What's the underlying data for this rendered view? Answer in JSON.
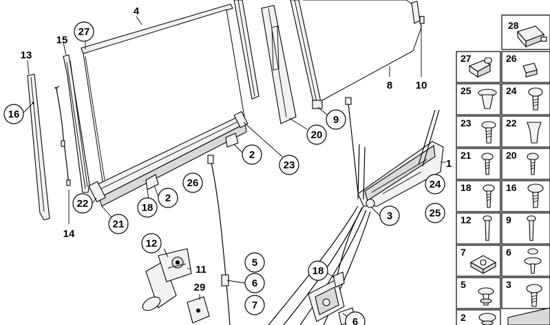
{
  "callouts": [
    {
      "id": "c4",
      "label": "4",
      "circled": false
    },
    {
      "id": "c27a",
      "label": "27",
      "circled": true
    },
    {
      "id": "c15",
      "label": "15",
      "circled": false
    },
    {
      "id": "c13",
      "label": "13",
      "circled": false
    },
    {
      "id": "c16a",
      "label": "16",
      "circled": true
    },
    {
      "id": "c14",
      "label": "14",
      "circled": false
    },
    {
      "id": "c22a",
      "label": "22",
      "circled": true
    },
    {
      "id": "c21a",
      "label": "21",
      "circled": true
    },
    {
      "id": "c18a",
      "label": "18",
      "circled": true
    },
    {
      "id": "c2a",
      "label": "2",
      "circled": true
    },
    {
      "id": "c2b",
      "label": "2",
      "circled": true
    },
    {
      "id": "c26a",
      "label": "26",
      "circled": true
    },
    {
      "id": "c23a",
      "label": "23",
      "circled": true
    },
    {
      "id": "c20a",
      "label": "20",
      "circled": true
    },
    {
      "id": "c9a",
      "label": "9",
      "circled": true
    },
    {
      "id": "c8",
      "label": "8",
      "circled": false
    },
    {
      "id": "c10",
      "label": "10",
      "circled": false
    },
    {
      "id": "c1",
      "label": "1",
      "circled": false
    },
    {
      "id": "c24a",
      "label": "24",
      "circled": true
    },
    {
      "id": "c25a",
      "label": "25",
      "circled": true
    },
    {
      "id": "c3a",
      "label": "3",
      "circled": true
    },
    {
      "id": "c12a",
      "label": "12",
      "circled": true
    },
    {
      "id": "c11",
      "label": "11",
      "circled": false
    },
    {
      "id": "c29",
      "label": "29",
      "circled": false
    },
    {
      "id": "c5a",
      "label": "5",
      "circled": true
    },
    {
      "id": "c6a",
      "label": "6",
      "circled": true
    },
    {
      "id": "c7a",
      "label": "7",
      "circled": true
    },
    {
      "id": "c18b",
      "label": "18",
      "circled": true
    },
    {
      "id": "c6b",
      "label": "6",
      "circled": true
    }
  ],
  "sidebar": [
    {
      "label": "28",
      "icon": "connector-block-icon"
    },
    {
      "label": "27",
      "icon": "clip-housing-icon"
    },
    {
      "label": "26",
      "icon": "square-clip-icon"
    },
    {
      "label": "25",
      "icon": "expanding-rivet-icon"
    },
    {
      "label": "24",
      "icon": "flange-screw-icon"
    },
    {
      "label": "23",
      "icon": "hex-flange-screw-icon"
    },
    {
      "label": "22",
      "icon": "nut-clip-icon"
    },
    {
      "label": "21",
      "icon": "pan-head-screw-icon"
    },
    {
      "label": "20",
      "icon": "pan-head-screw-icon"
    },
    {
      "label": "18",
      "icon": "hex-bolt-icon"
    },
    {
      "label": "16",
      "icon": "washer-screw-icon"
    },
    {
      "label": "12",
      "icon": "long-screw-icon"
    },
    {
      "label": "9",
      "icon": "small-screw-icon"
    },
    {
      "label": "7",
      "icon": "spring-nut-icon"
    },
    {
      "label": "6",
      "icon": "push-rivet-icon"
    },
    {
      "label": "5",
      "icon": "collar-rivet-icon"
    },
    {
      "label": "3",
      "icon": "flange-screw-icon"
    },
    {
      "label": "2",
      "icon": "collar-screw-icon"
    }
  ]
}
